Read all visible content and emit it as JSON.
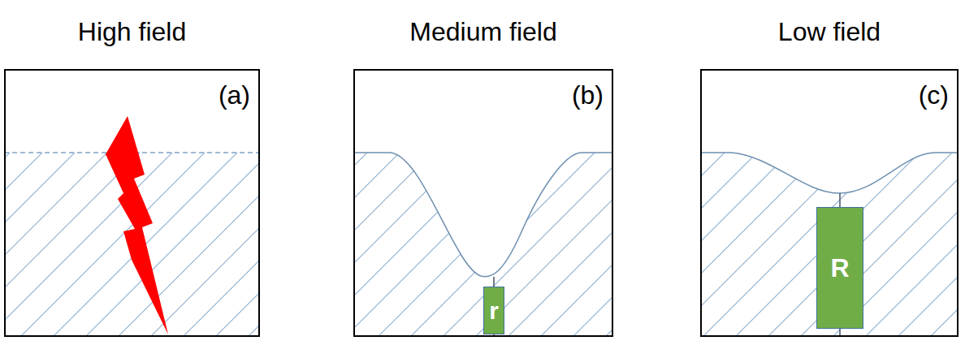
{
  "diagram": {
    "nodes": [
      {
        "text": [
          "High field",
          "(a)"
        ]
      },
      {
        "text": [
          "Medium field",
          "(b)"
        ]
      },
      {
        "text": [
          "r"
        ],
        "in": 1
      },
      {
        "text": [
          "Low field",
          "(c)"
        ]
      },
      {
        "text": [
          "R"
        ],
        "in": 3
      }
    ]
  }
}
